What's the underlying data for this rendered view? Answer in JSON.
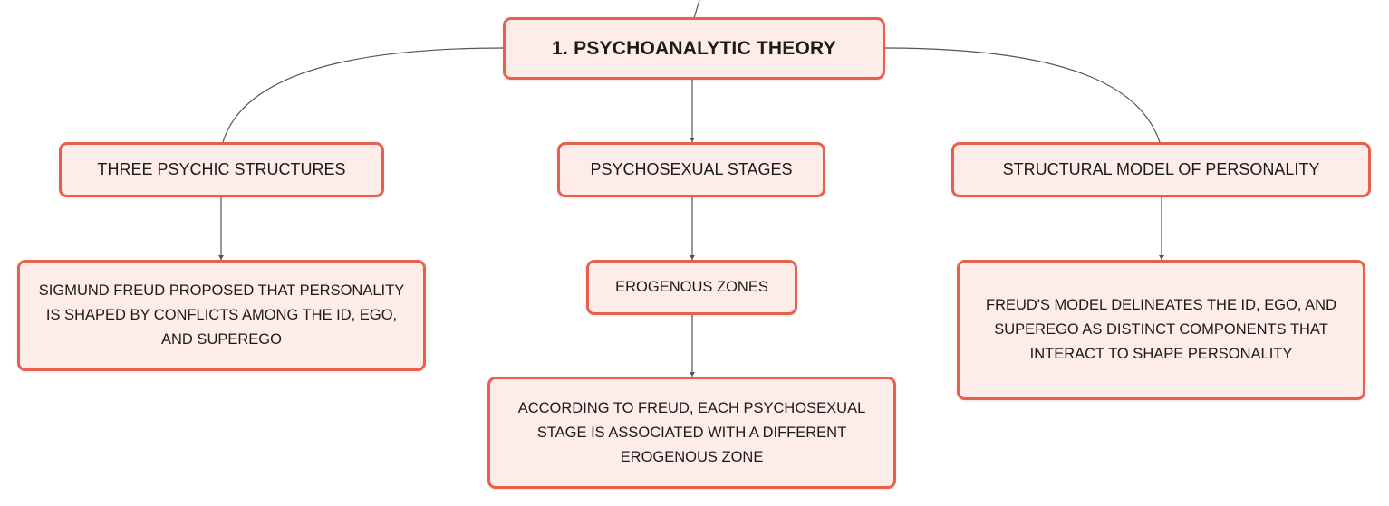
{
  "diagram": {
    "root": {
      "label": "1. PSYCHOANALYTIC THEORY"
    },
    "branches": [
      {
        "label": "THREE PSYCHIC STRUCTURES",
        "children": [
          {
            "label": "SIGMUND FREUD PROPOSED THAT PERSONALITY IS SHAPED BY CONFLICTS AMONG THE ID, EGO, AND SUPEREGO"
          }
        ]
      },
      {
        "label": "PSYCHOSEXUAL STAGES",
        "children": [
          {
            "label": "EROGENOUS ZONES",
            "children": [
              {
                "label": "ACCORDING TO FREUD, EACH PSYCHOSEXUAL STAGE IS ASSOCIATED WITH A DIFFERENT EROGENOUS ZONE"
              }
            ]
          }
        ]
      },
      {
        "label": "STRUCTURAL MODEL OF PERSONALITY",
        "children": [
          {
            "label": "FREUD'S MODEL DELINEATES THE ID, EGO, AND SUPEREGO AS DISTINCT COMPONENTS THAT INTERACT TO SHAPE PERSONALITY"
          }
        ]
      }
    ]
  },
  "colors": {
    "node_fill": "#fdece7",
    "node_border": "#e8604c",
    "connector": "#555555",
    "text": "#1b1b1b"
  }
}
